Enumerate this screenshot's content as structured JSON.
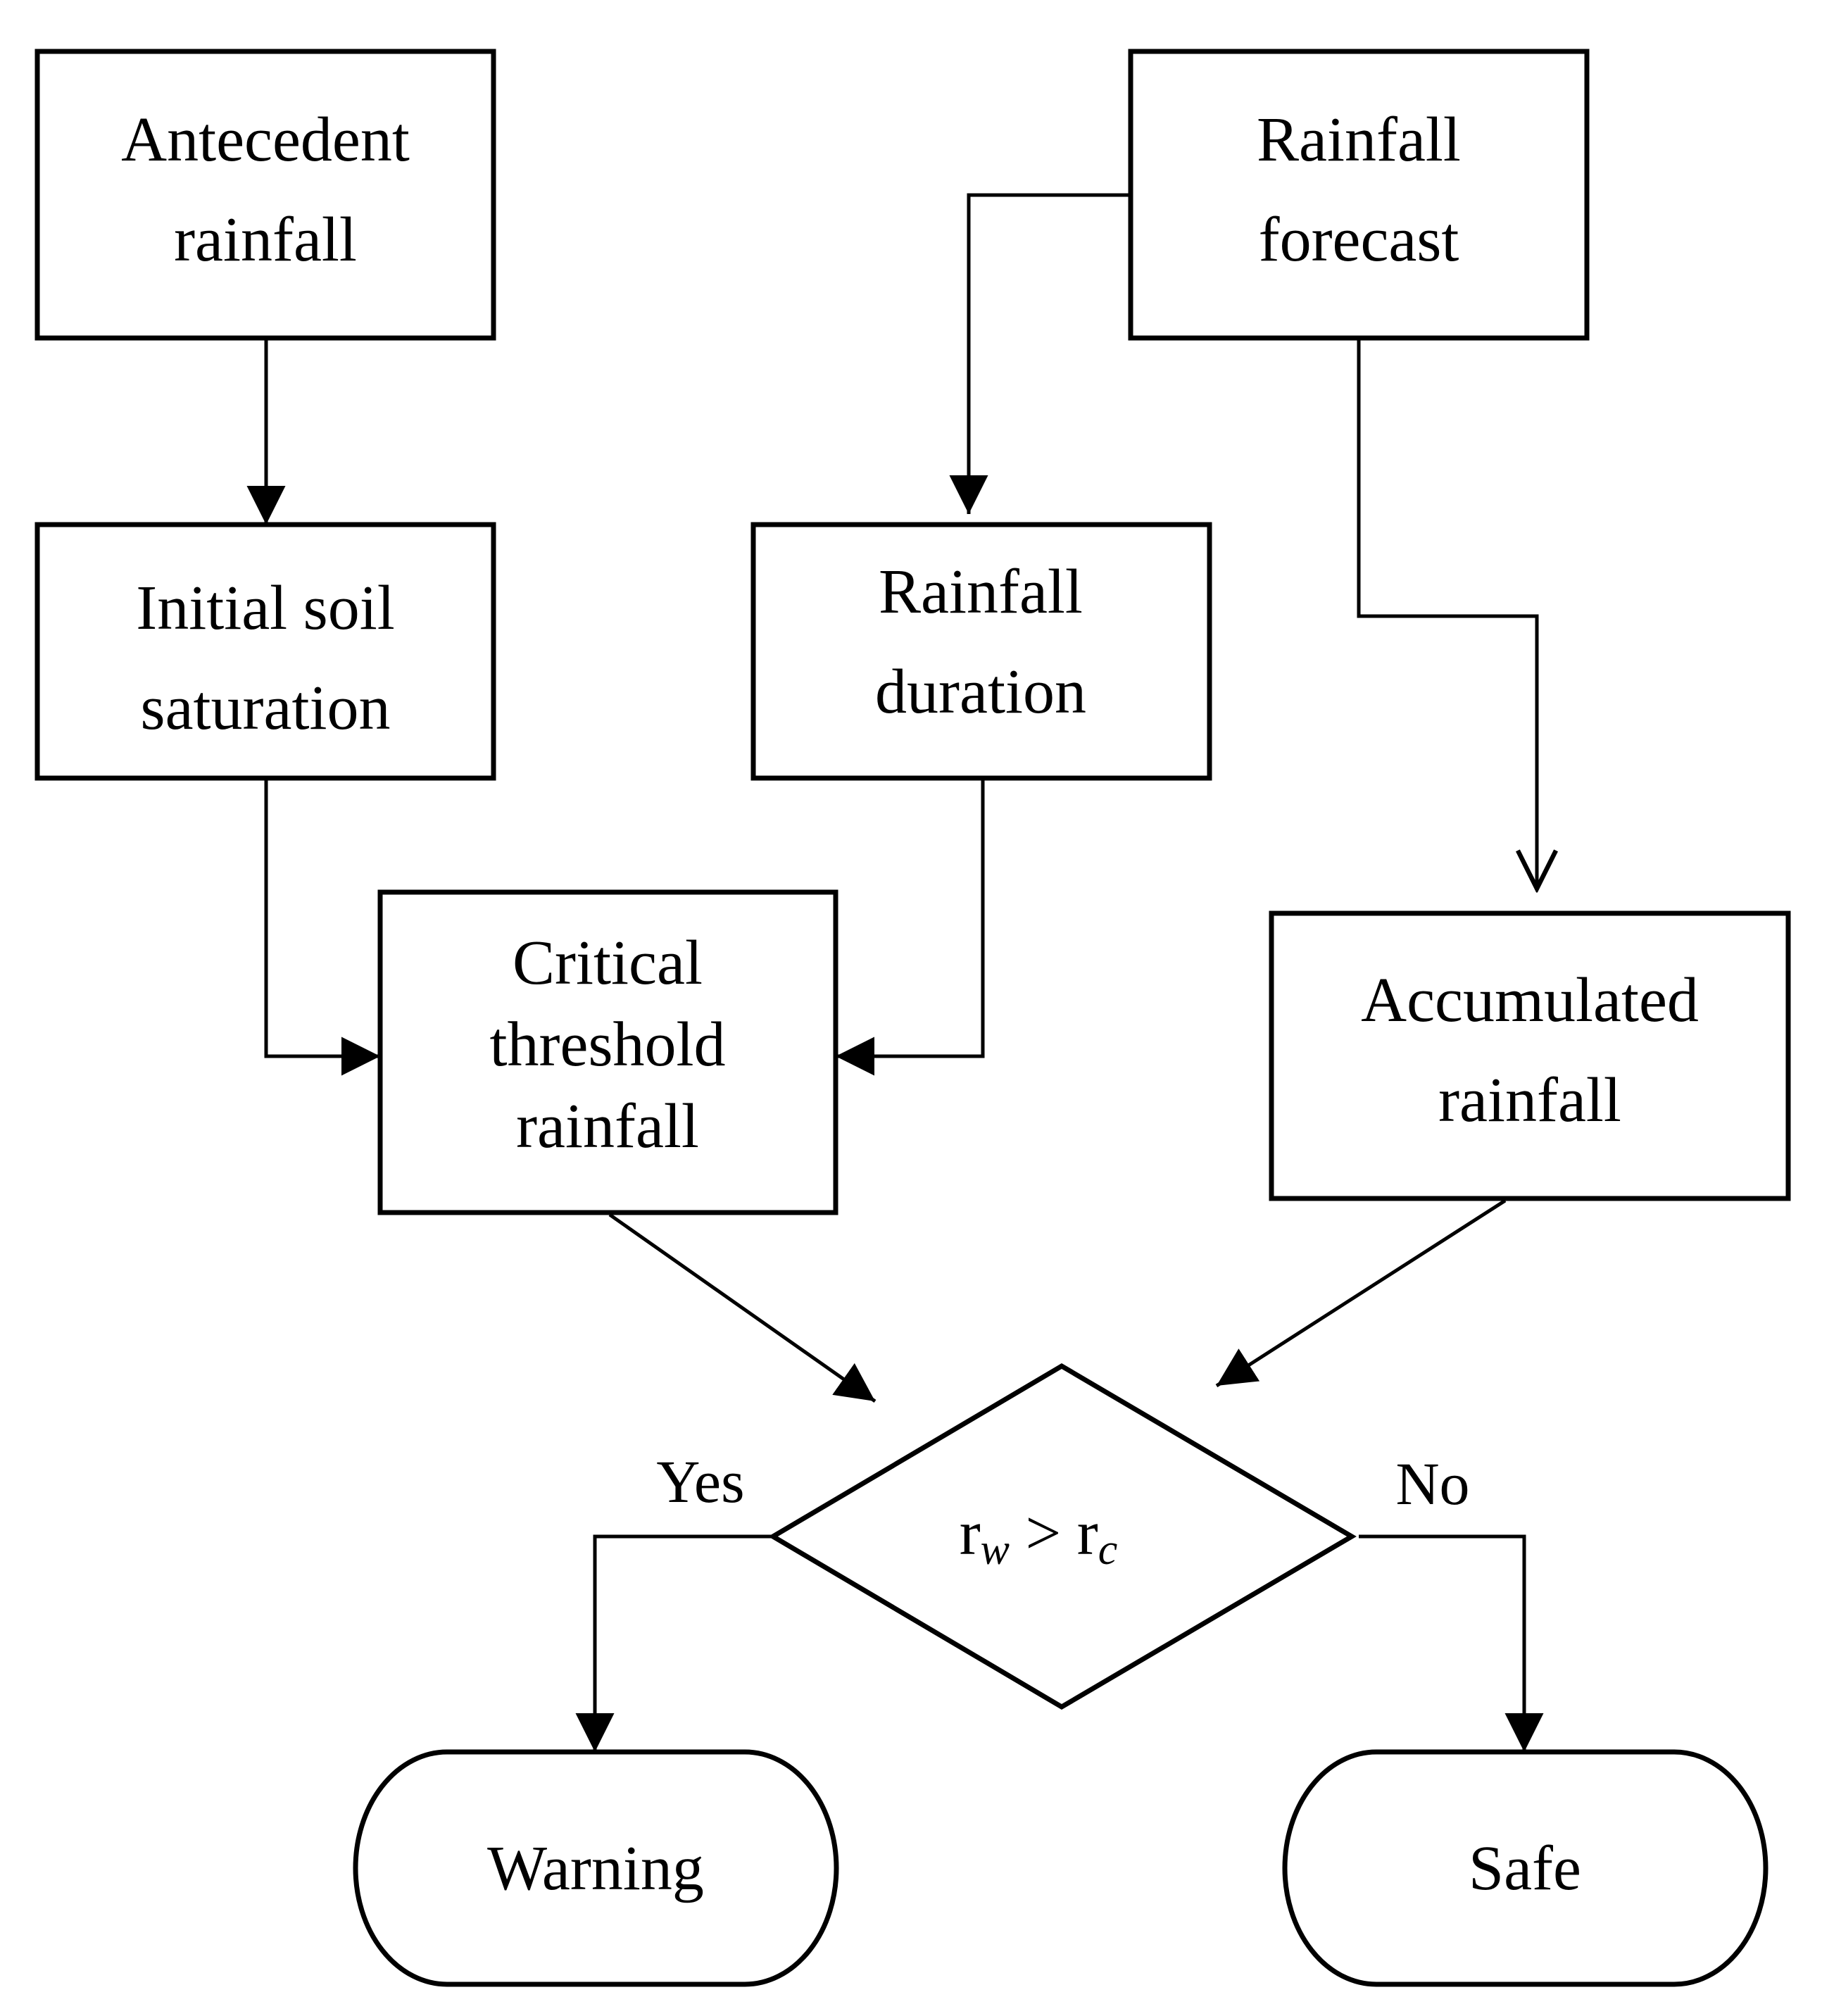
{
  "nodes": {
    "antecedent_rainfall": {
      "line1": "Antecedent",
      "line2": "rainfall"
    },
    "rainfall_forecast": {
      "line1": "Rainfall",
      "line2": "forecast"
    },
    "initial_soil_saturation": {
      "line1": "Initial soil",
      "line2": "saturation"
    },
    "rainfall_duration": {
      "line1": "Rainfall",
      "line2": "duration"
    },
    "critical_threshold_rainfall": {
      "line1": "Critical",
      "line2": "threshold",
      "line3": "rainfall"
    },
    "accumulated_rainfall": {
      "line1": "Accumulated",
      "line2": "rainfall"
    },
    "decision": {
      "r": "r",
      "sub_w": "w",
      "operator": " > ",
      "sub_c": "c"
    },
    "warning": {
      "label": "Warning"
    },
    "safe": {
      "label": "Safe"
    }
  },
  "branches": {
    "yes": "Yes",
    "no": "No"
  }
}
